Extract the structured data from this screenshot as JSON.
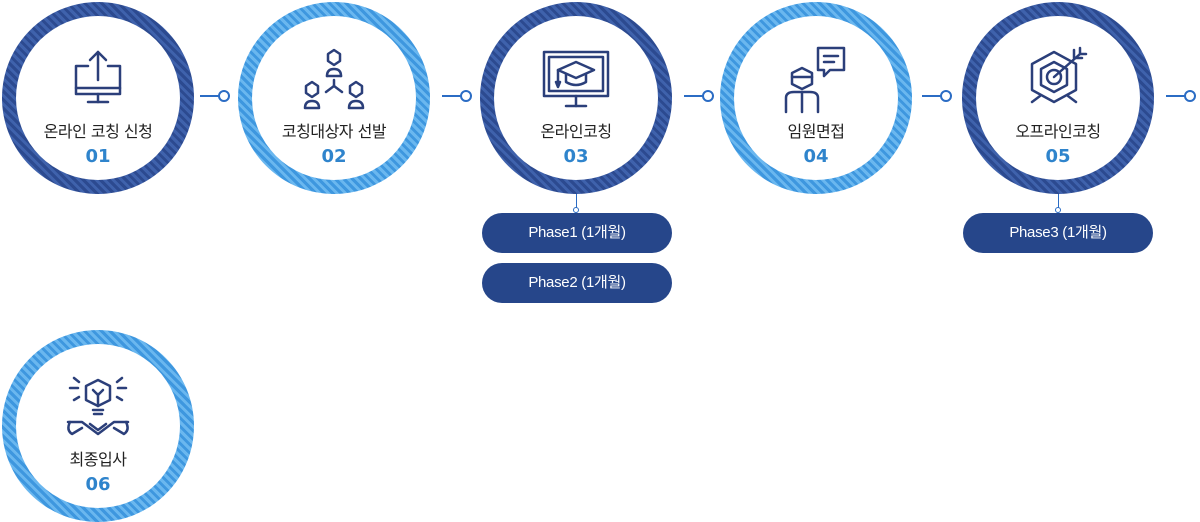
{
  "steps": [
    {
      "label": "온라인 코칭 신청",
      "number": "01",
      "icon": "upload-monitor-icon"
    },
    {
      "label": "코칭대상자 선발",
      "number": "02",
      "icon": "hierarchy-icon"
    },
    {
      "label": "온라인코칭",
      "number": "03",
      "icon": "online-lecture-icon"
    },
    {
      "label": "임원면접",
      "number": "04",
      "icon": "interview-icon"
    },
    {
      "label": "오프라인코칭",
      "number": "05",
      "icon": "target-icon"
    },
    {
      "label": "최종입사",
      "number": "06",
      "icon": "idea-handshake-icon"
    }
  ],
  "phases": {
    "step03": [
      "Phase1 (1개월)",
      "Phase2 (1개월)"
    ],
    "step05": [
      "Phase3 (1개월)"
    ]
  },
  "colors": {
    "dark_ring": "#2c4a90",
    "light_ring": "#3e97df",
    "number": "#2f84cc",
    "phase_bg": "#26468a",
    "icon": "#2b3f7a"
  }
}
